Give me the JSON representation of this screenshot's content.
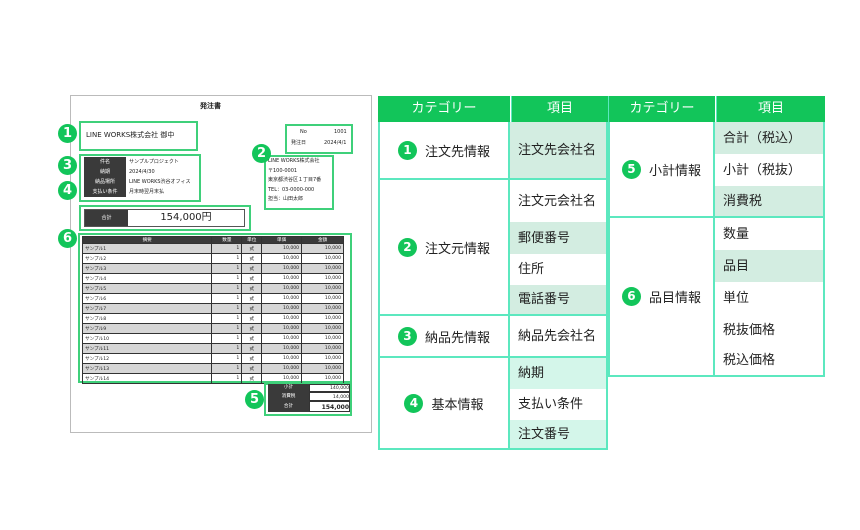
{
  "doc": {
    "title": "発注書",
    "to": "LINE WORKS株式会社 御中",
    "no_label": "No",
    "no": "1001",
    "date_label": "発注日",
    "date": "2024/4/1",
    "issuer": [
      "LINE WORKS株式会社",
      "〒100-0001",
      "東京都渋谷区１丁目7番",
      "TEL：03-0000-000",
      "担当：山田太郎"
    ],
    "info": [
      {
        "k": "件名",
        "v": "サンプルプロジェクト"
      },
      {
        "k": "納期",
        "v": "2024/4/30"
      },
      {
        "k": "納品場所",
        "v": "LINE WORKS渋谷オフィス"
      },
      {
        "k": "支払い条件",
        "v": "月末時翌月末払"
      }
    ],
    "total_label": "合計",
    "total": "154,000円",
    "headers": [
      "摘要",
      "数量",
      "単位",
      "単価",
      "金額"
    ],
    "rows": [
      [
        "サンプル1",
        "1",
        "式",
        "10,000",
        "10,000"
      ],
      [
        "サンプル2",
        "1",
        "式",
        "10,000",
        "10,000"
      ],
      [
        "サンプル3",
        "1",
        "式",
        "10,000",
        "10,000"
      ],
      [
        "サンプル4",
        "1",
        "式",
        "10,000",
        "10,000"
      ],
      [
        "サンプル5",
        "1",
        "式",
        "10,000",
        "10,000"
      ],
      [
        "サンプル6",
        "1",
        "式",
        "10,000",
        "10,000"
      ],
      [
        "サンプル7",
        "1",
        "式",
        "10,000",
        "10,000"
      ],
      [
        "サンプル8",
        "1",
        "式",
        "10,000",
        "10,000"
      ],
      [
        "サンプル9",
        "1",
        "式",
        "10,000",
        "10,000"
      ],
      [
        "サンプル10",
        "1",
        "式",
        "10,000",
        "10,000"
      ],
      [
        "サンプル11",
        "1",
        "式",
        "10,000",
        "10,000"
      ],
      [
        "サンプル12",
        "1",
        "式",
        "10,000",
        "10,000"
      ],
      [
        "サンプル13",
        "1",
        "式",
        "10,000",
        "10,000"
      ],
      [
        "サンプル14",
        "1",
        "式",
        "10,000",
        "10,000"
      ]
    ],
    "summary": [
      {
        "k": "小計",
        "v": "140,000"
      },
      {
        "k": "消費税",
        "v": "14,000"
      },
      {
        "k": "合計",
        "v": "154,000"
      }
    ],
    "badges": [
      "1",
      "2",
      "3",
      "4",
      "5",
      "6"
    ]
  },
  "legend": {
    "cat_header": "カテゴリー",
    "item_header": "項目",
    "left": [
      {
        "num": "1",
        "name": "注文先情報",
        "items": [
          "注文先会社名"
        ]
      },
      {
        "num": "2",
        "name": "注文元情報",
        "items": [
          "注文元会社名",
          "郵便番号",
          "住所",
          "電話番号"
        ]
      },
      {
        "num": "3",
        "name": "納品先情報",
        "items": [
          "納品先会社名"
        ]
      },
      {
        "num": "4",
        "name": "基本情報",
        "items": [
          "納期",
          "支払い条件",
          "注文番号"
        ]
      }
    ],
    "right": [
      {
        "num": "5",
        "name": "小計情報",
        "items": [
          "合計（税込）",
          "小計（税抜）",
          "消費税"
        ]
      },
      {
        "num": "6",
        "name": "品目情報",
        "items": [
          "数量",
          "品目",
          "単位",
          "税抜価格",
          "税込価格"
        ]
      }
    ]
  },
  "colors": {
    "accent": "#12c55a",
    "border": "#5ce8bf",
    "shade": "#d3ede1"
  }
}
